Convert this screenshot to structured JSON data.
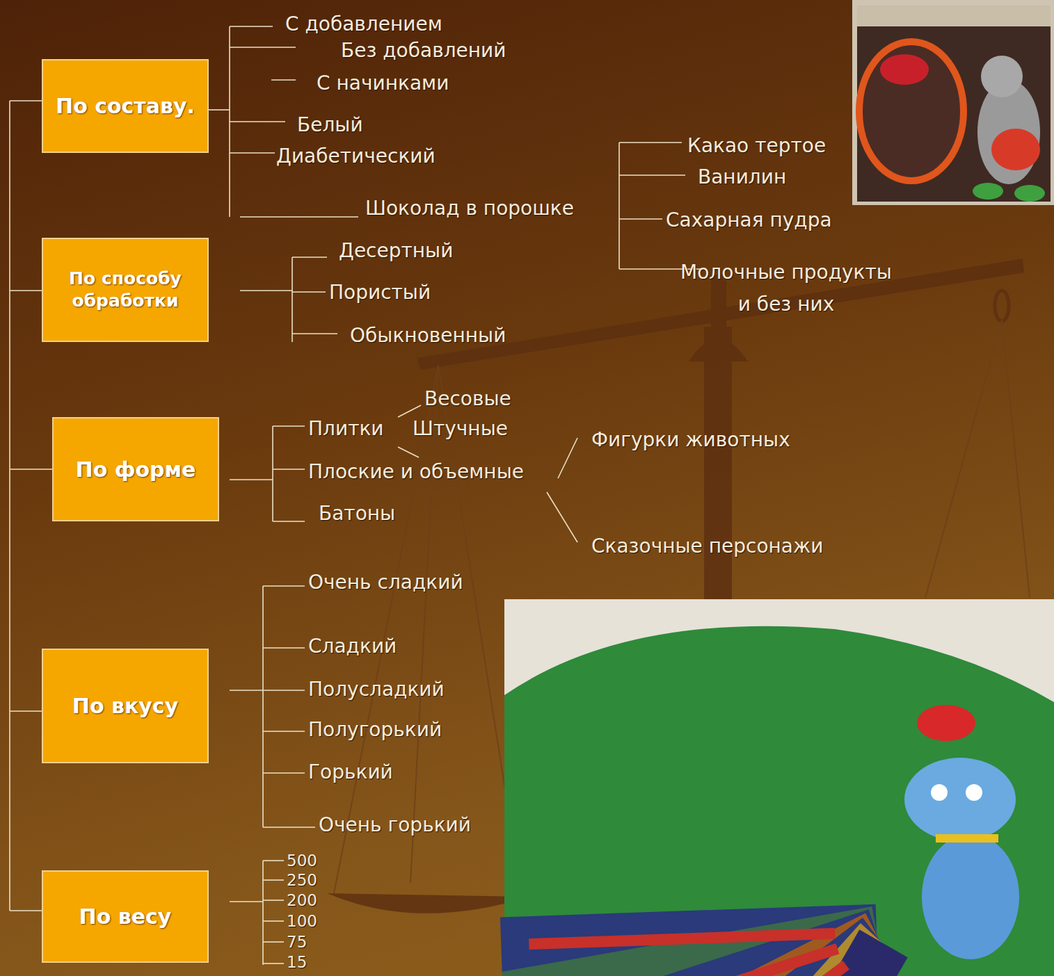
{
  "diagram": {
    "nodes": [
      {
        "text": [
          "По составу."
        ]
      },
      {
        "text": [
          "По способу обработки"
        ]
      },
      {
        "text": [
          "По форме"
        ]
      },
      {
        "text": [
          "По вкусу"
        ]
      },
      {
        "text": [
          "По весу"
        ]
      }
    ],
    "labels": [
      "С добавлением",
      "Без добавлений",
      "С начинками",
      "Белый",
      "Диабетический",
      "Шоколад в порошке",
      "Какао тертое",
      "Ванилин",
      "Сахарная пудра",
      "Молочные продукты и без них",
      "Десертный",
      "Пористый",
      "Обыкновенный",
      "Весовые",
      "Плитки",
      "Штучные",
      "Плоские и объемные",
      "Батоны",
      "Фигурки животных",
      "Сказочные персонажи",
      "Очень сладкий",
      "Сладкий",
      "Полусладкий",
      "Полугорький",
      "Горький",
      "Очень горький",
      "500",
      "250",
      "200",
      "100",
      "75",
      "15"
    ]
  }
}
